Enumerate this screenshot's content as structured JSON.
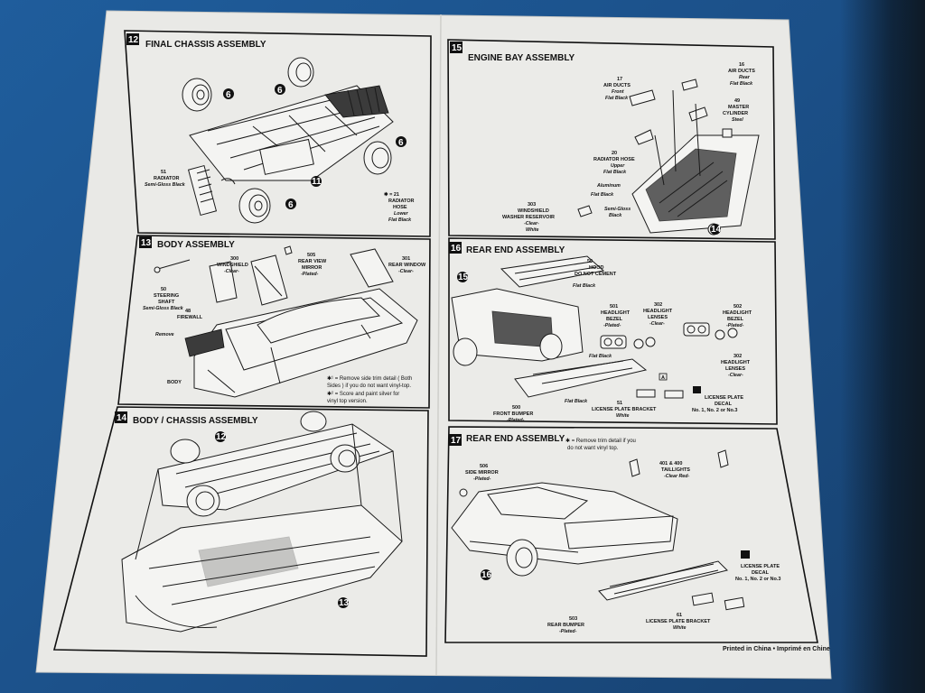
{
  "colors": {
    "table": "#1b4f87",
    "paper": "#e8e8e6",
    "ink": "#111111"
  },
  "panels": {
    "p12": {
      "number": "12",
      "title": "FINAL CHASSIS ASSEMBLY",
      "labels": {
        "radiator": "51",
        "radiator_name": "RADIATOR",
        "radiator_finish": "Semi-Gloss Black",
        "hose_star": "✱ = 21",
        "hose_name": "RADIATOR",
        "hose_name2": "HOSE",
        "hose_pos": "Lower",
        "hose_finish": "Flat Black",
        "wheel": "6",
        "chassis": "11"
      }
    },
    "p13": {
      "number": "13",
      "title": "BODY ASSEMBLY",
      "labels": {
        "windshield_num": "300",
        "windshield": "WINDSHIELD",
        "windshield_finish": "-Clear-",
        "mirror_num": "505",
        "mirror": "REAR VIEW",
        "mirror2": "MIRROR",
        "mirror_finish": "-Plated-",
        "rear_window_num": "301",
        "rear_window": "REAR WINDOW",
        "rear_window_finish": "-Clear-",
        "steering_num": "50",
        "steering": "STEERING",
        "steering2": "SHAFT",
        "steering_finish": "Semi-Gloss Black",
        "firewall_num": "48",
        "firewall": "FIREWALL",
        "remove": "Remove",
        "body": "BODY",
        "note1a": "✱¹ = Remove side trim detail ( Both",
        "note1b": "Sides ) if you do not want vinyl-top.",
        "note2a": "✱² = Score and paint silver for",
        "note2b": "vinyl top version."
      }
    },
    "p14": {
      "number": "14",
      "title": "BODY / CHASSIS ASSEMBLY",
      "labels": {
        "ref12": "12",
        "ref13": "13"
      }
    },
    "p15": {
      "number": "15",
      "title": "ENGINE BAY ASSEMBLY",
      "labels": {
        "duct_front_num": "17",
        "duct_front": "AIR DUCTS",
        "duct_front_pos": "Front",
        "duct_front_finish": "Flat Black",
        "duct_rear_num": "16",
        "duct_rear": "AIR DUCTS",
        "duct_rear_pos": "Rear",
        "duct_rear_finish": "Flat Black",
        "master_num": "49",
        "master": "MASTER",
        "master2": "CYLINDER",
        "master_finish": "Steel",
        "upper_hose_num": "20",
        "upper_hose": "RADIATOR HOSE",
        "upper_hose_pos": "Upper",
        "upper_hose_finish": "Flat Black",
        "aluminum": "Aluminum",
        "flat_black": "Flat Black",
        "washer_num": "303",
        "washer": "WINDSHIELD",
        "washer2": "WASHER RESERVOIR",
        "washer_finish1": "-Clear-",
        "washer_finish2": "White",
        "semigloss": "Semi-Gloss",
        "semigloss2": "Black",
        "ref14": "14"
      }
    },
    "p16": {
      "number": "16",
      "title": "REAR END ASSEMBLY",
      "labels": {
        "hood_num": "50",
        "hood": "HOOD",
        "hood_note": "DO NOT CEMENT",
        "flat_black": "Flat Black",
        "ref15": "15",
        "bezel_num": "501",
        "bezel": "HEADLIGHT",
        "bezel2": "BEZEL",
        "bezel_finish": "-Plated-",
        "lens_num": "302",
        "lens": "HEADLIGHT",
        "lens2": "LENSES",
        "lens_finish": "-Clear-",
        "bezel_r_num": "502",
        "bezel_r": "HEADLIGHT",
        "bezel_r2": "BEZEL",
        "bezel_r_finish": "-Plated-",
        "lens_r_num": "302",
        "lens_r": "HEADLIGHT",
        "lens_r2": "LENSES",
        "lens_r_finish": "-Clear-",
        "flat_black2": "Flat Black",
        "flat_black3": "Flat Black",
        "marker": "A",
        "bumper_num": "500",
        "bumper": "FRONT BUMPER",
        "bumper_finish": "-Plated-",
        "bracket_num": "51",
        "bracket": "LICENSE PLATE BRACKET",
        "bracket_finish": "White",
        "decal": "LICENSE PLATE",
        "decal2": "DECAL",
        "decal3": "No. 1, No. 2 or No.3"
      }
    },
    "p17": {
      "number": "17",
      "title": "REAR END ASSEMBLY",
      "labels": {
        "note1": "✱ = Remove trim detail if you",
        "note2": "do not want vinyl top.",
        "mirror_num": "506",
        "mirror": "SIDE MIRROR",
        "mirror_finish": "-Plated-",
        "tail_num": "401 & 400",
        "tail": "TAILLIGHTS",
        "tail_finish": "-Clear Red-",
        "ref16": "16",
        "decal": "LICENSE PLATE",
        "decal2": "DECAL",
        "decal3": "No. 1, No. 2 or No.3",
        "bumper_num": "503",
        "bumper": "REAR BUMPER",
        "bumper_finish": "-Plated-",
        "bracket_num": "61",
        "bracket": "LICENSE PLATE BRACKET",
        "bracket_finish": "White"
      }
    }
  },
  "footer": "Printed in China • Imprimé en Chine"
}
